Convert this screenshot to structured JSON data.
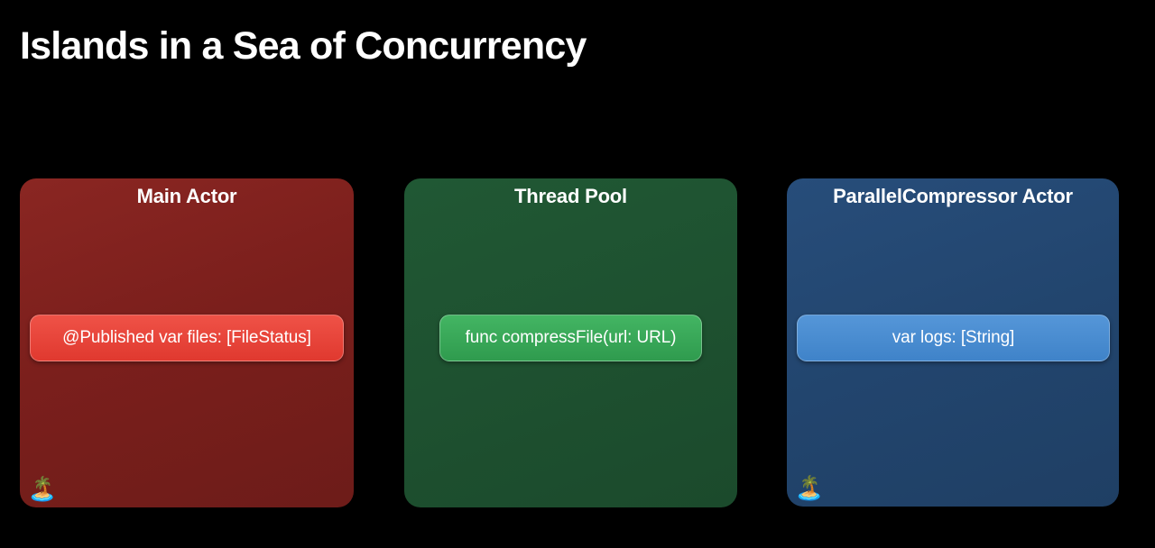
{
  "slide": {
    "title": "Islands in a Sea of Concurrency",
    "background_color": "#000000",
    "title_color": "#ffffff"
  },
  "cards": [
    {
      "title": "Main Actor",
      "pill_label": "@Published var files: [FileStatus]",
      "card_color": "#7b1f1c",
      "pill_color": "#e8483c",
      "island_icon": "🏝️",
      "has_island": true
    },
    {
      "title": "Thread Pool",
      "pill_label": "func compressFile(url: URL)",
      "card_color": "#1e5130",
      "pill_color": "#37a457",
      "island_icon": "",
      "has_island": false
    },
    {
      "title": "ParallelCompressor Actor",
      "pill_label": "var logs: [String]",
      "card_color": "#22456e",
      "pill_color": "#4a8bd0",
      "island_icon": "🏝️",
      "has_island": true
    }
  ]
}
